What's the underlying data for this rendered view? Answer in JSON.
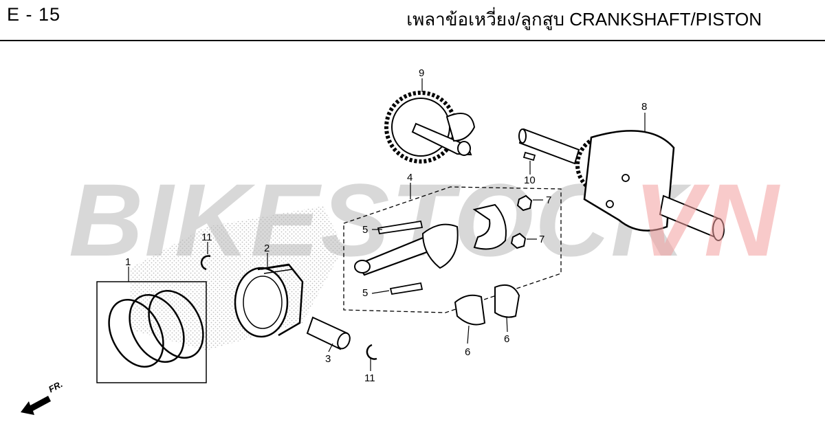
{
  "header": {
    "page_number": "E - 15",
    "title": "เพลาข้อเหวี่ยง/ลูกสูบ   CRANKSHAFT/PISTON"
  },
  "watermark": {
    "text": "BIKESTOCKVN",
    "color_main": "#c8c8c8",
    "color_accent": "#f4a0a0"
  },
  "callouts": {
    "c1": "1",
    "c2": "2",
    "c3": "3",
    "c4": "4",
    "c5a": "5",
    "c5b": "5",
    "c6a": "6",
    "c6b": "6",
    "c7a": "7",
    "c7b": "7",
    "c8": "8",
    "c9": "9",
    "c10": "10",
    "c11a": "11",
    "c11b": "11"
  },
  "front_indicator": {
    "label": "FR.",
    "icon": "front-direction-arrow-icon"
  }
}
